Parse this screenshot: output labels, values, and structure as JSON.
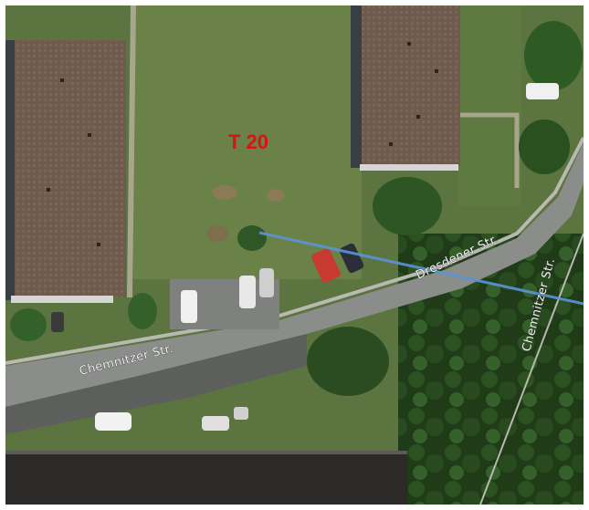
{
  "map": {
    "marker": {
      "label": "T 20",
      "color": "#e01010"
    },
    "streets": {
      "chemnitzer_horizontal": "Chemnitzer Str.",
      "dresdener": "Dresdener Str.",
      "chemnitzer_vertical": "Chemnitzer Str."
    },
    "track_line": {
      "color": "#5b94d6"
    }
  }
}
